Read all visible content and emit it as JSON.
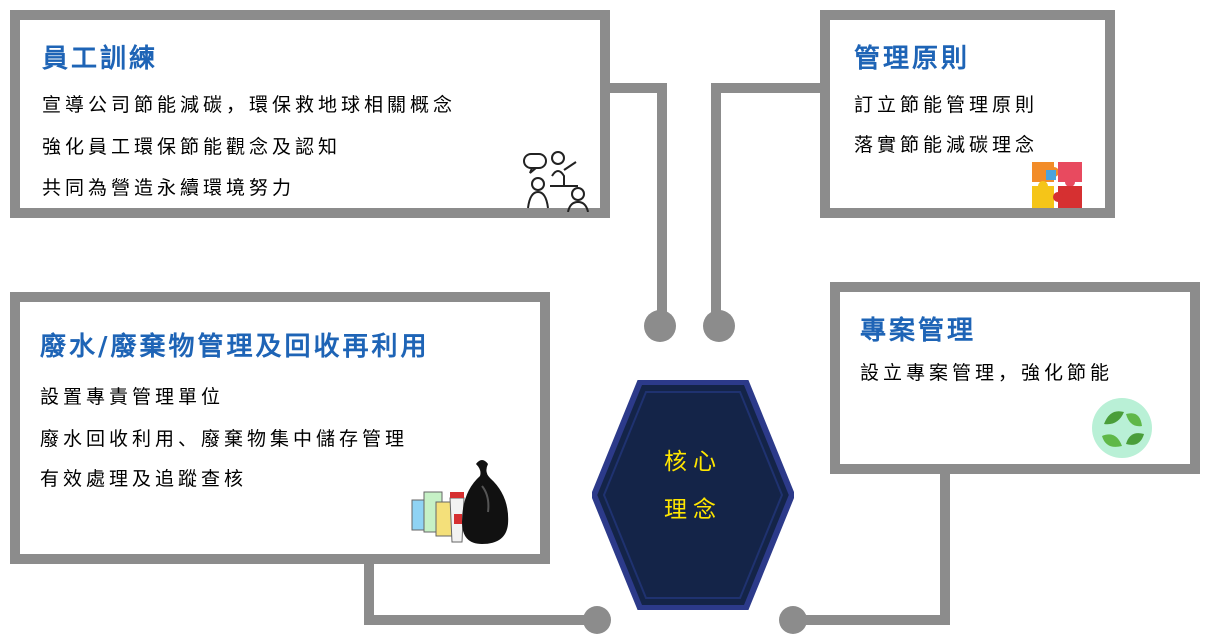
{
  "colors": {
    "frame": "#8c8c8c",
    "title": "#1e64b6",
    "core_fill": "#142448",
    "core_border": "#2c3a8a",
    "core_text": "#ffe600"
  },
  "core": {
    "line1": "核心",
    "line2": "理念"
  },
  "training": {
    "title": "員工訓練",
    "lines": [
      "宣導公司節能減碳，環保救地球相關概念",
      "強化員工環保節能觀念及認知",
      "共同為營造永續環境努力"
    ],
    "icon": "presentation-audience-icon"
  },
  "principles": {
    "title": "管理原則",
    "lines": [
      "訂立節能管理原則",
      "落實節能減碳理念"
    ],
    "icon": "puzzle-pieces-icon"
  },
  "waste": {
    "title": "廢水/廢棄物管理及回收再利用",
    "lines": [
      "設置專責管理單位",
      "廢水回收利用、廢棄物集中儲存管理",
      "有效處理及追蹤查核"
    ],
    "icon": "trash-bag-recycling-icon"
  },
  "project": {
    "title": "專案管理",
    "lines": [
      "設立專案管理，強化節能"
    ],
    "icon": "recycle-leaves-icon"
  }
}
